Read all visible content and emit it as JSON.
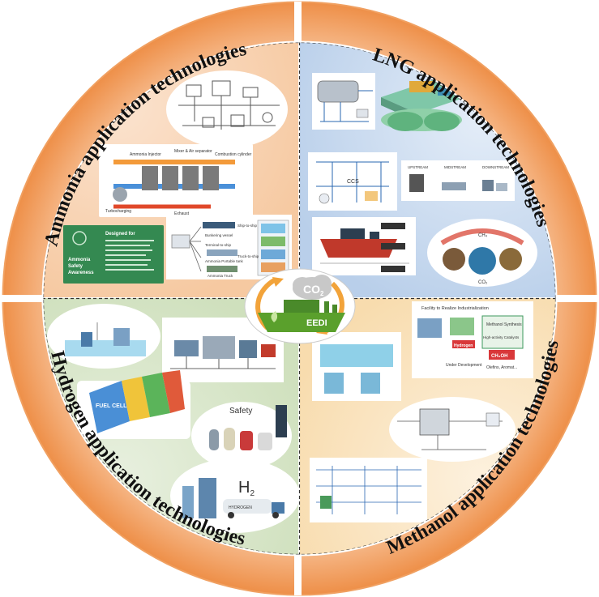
{
  "ring_labels": {
    "ammonia": "Ammonia application technologies",
    "lng": "LNG application technologies",
    "hydrogen": "Hydrogen application technologies",
    "methanol": "Methanol application technologies"
  },
  "center": {
    "label": "EEDI",
    "co2": "CO",
    "co2_sub": "2"
  },
  "ammonia_panel": {
    "card_line1": "Designed for",
    "card_line2": "Ammonia",
    "card_line3": "Safety",
    "card_line4": "Awareness",
    "ammonia_injector": "Ammonia Injector",
    "mixer": "Mixer & Air separator",
    "combustion": "Combustion cylinder",
    "turbocharging": "Turbocharging",
    "exhaust": "Exhaust",
    "bunkering_vessel": "Bunkering vessel",
    "terminal": "Terminal-to-ship",
    "portable_tank": "Ammonia Portable tank",
    "truck": "Ammonia Truck",
    "ship_to_ship": "Ship-to-ship",
    "truck_to_ship": "Truck-to-ship"
  },
  "lng_panel": {
    "ccs": "CCS",
    "upstream": "UPSTREAM",
    "midstream": "MIDSTREAM",
    "downstream": "DOWNSTREAM",
    "ch4": "CH₄",
    "co2": "CO₂"
  },
  "hydrogen_panel": {
    "fuel_cell": "FUEL CELL",
    "safety": "Safety",
    "h2": "H",
    "h2_sub": "2",
    "hydrogen_truck": "HYDROGEN"
  },
  "methanol_panel": {
    "banner": "Facility to Realize Industrialization",
    "synthesis": "Methanol Synthesis",
    "hydrogen": "Hydrogen",
    "ch3oh": "CH₃OH",
    "olefins": "Olefins, Aromat...",
    "under_dev": "Under Development",
    "catalyst": "High-activity Catalysts"
  },
  "colors": {
    "ring": "#f2a160",
    "ammonia_bg": "#f9d5b8",
    "lng_bg": "#c9daf0",
    "hydrogen_bg": "#dbe8cf",
    "methanol_bg": "#fbe6c6",
    "eedi_green": "#5aa02c"
  }
}
